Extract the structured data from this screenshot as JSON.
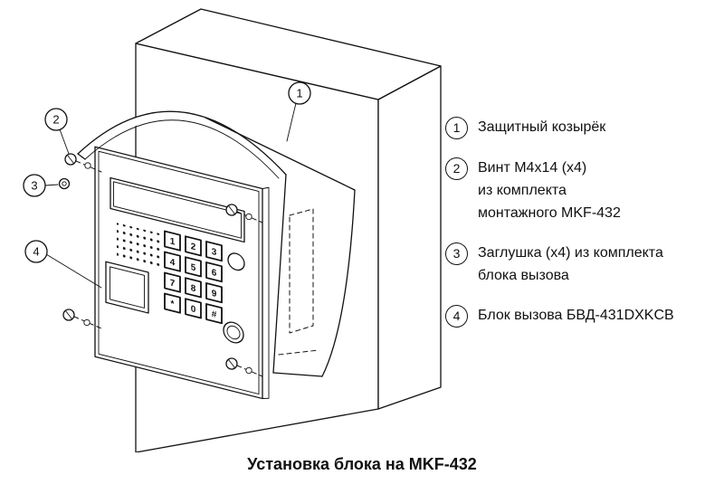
{
  "caption": "Установка блока на MKF-432",
  "legend": {
    "items": [
      {
        "num": "1",
        "line1": "Защитный козырёк"
      },
      {
        "num": "2",
        "line1": "Винт М4х14 (х4)",
        "line2": "из комплекта",
        "line3": "монтажного MKF-432"
      },
      {
        "num": "3",
        "line1": "Заглушка (х4) из комплекта",
        "line2": "блока вызова"
      },
      {
        "num": "4",
        "line1": "Блок вызова БВД-431DXKCB"
      }
    ]
  },
  "drawing": {
    "callouts": [
      {
        "label": "1"
      },
      {
        "label": "2"
      },
      {
        "label": "3"
      },
      {
        "label": "4"
      }
    ],
    "keypad": {
      "rows": [
        [
          "1",
          "2",
          "3"
        ],
        [
          "4",
          "5",
          "6"
        ],
        [
          "7",
          "8",
          "9"
        ],
        [
          "*",
          "0",
          "#"
        ]
      ]
    }
  },
  "colors": {
    "line": "#111111",
    "background": "#ffffff"
  }
}
